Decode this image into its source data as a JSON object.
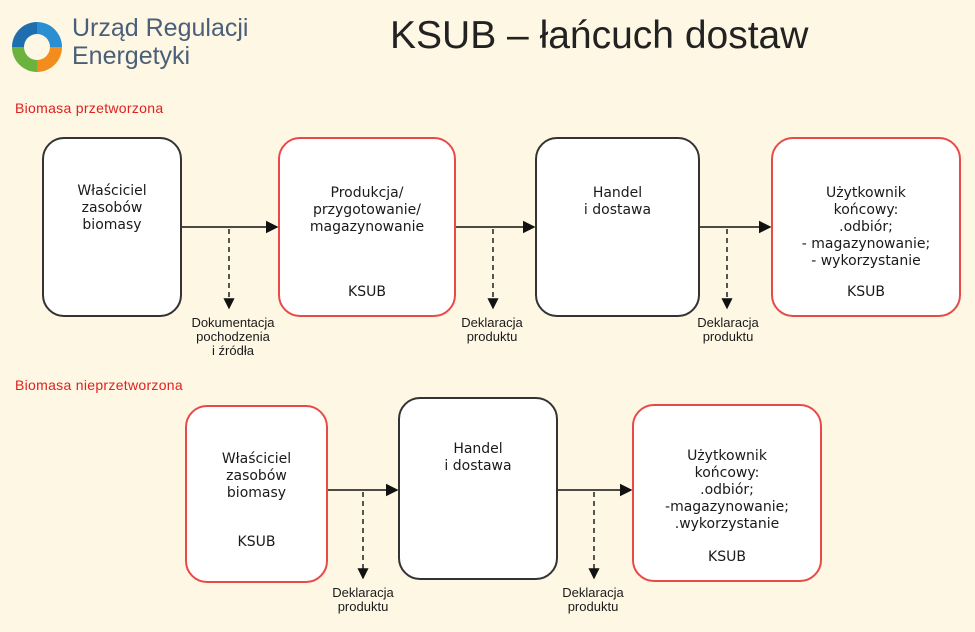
{
  "header": {
    "org_line1": "Urząd Regulacji",
    "org_line2": "Energetyki",
    "title": "KSUB – łańcuch dostaw"
  },
  "sections": [
    {
      "label": "Biomasa przetworzona",
      "boxes": [
        {
          "text": "Właściciel\nzasobów\nbiomasy",
          "ksub": ""
        },
        {
          "text": "Produkcja/\nprzygotowanie/\nmagazynowanie",
          "ksub": "KSUB"
        },
        {
          "text": "Handel\ni dostawa",
          "ksub": ""
        },
        {
          "text": "Użytkownik\nkońcowy:\n.odbiór;\n- magazynowanie;\n- wykorzystanie",
          "ksub": "KSUB"
        }
      ],
      "annotations": [
        "Dokumentacja\npochodzenia\ni źródła",
        "Deklaracja\nproduktu",
        "Deklaracja\nproduktu"
      ]
    },
    {
      "label": "Biomasa nieprzetworzona",
      "boxes": [
        {
          "text": "Właściciel\nzasobów\nbiomasy",
          "ksub": "KSUB"
        },
        {
          "text": "Handel\ni dostawa",
          "ksub": ""
        },
        {
          "text": "Użytkownik\nkońcowy:\n.odbiór;\n-magazynowanie;\n.wykorzystanie",
          "ksub": "KSUB"
        }
      ],
      "annotations": [
        "Deklaracja\nproduktu",
        "Deklaracja\nproduktu"
      ]
    }
  ],
  "colors": {
    "background": "#fdf7e3",
    "accent_red": "#e02020",
    "box_border_red": "#e84a4a",
    "box_border_dark": "#333333"
  }
}
